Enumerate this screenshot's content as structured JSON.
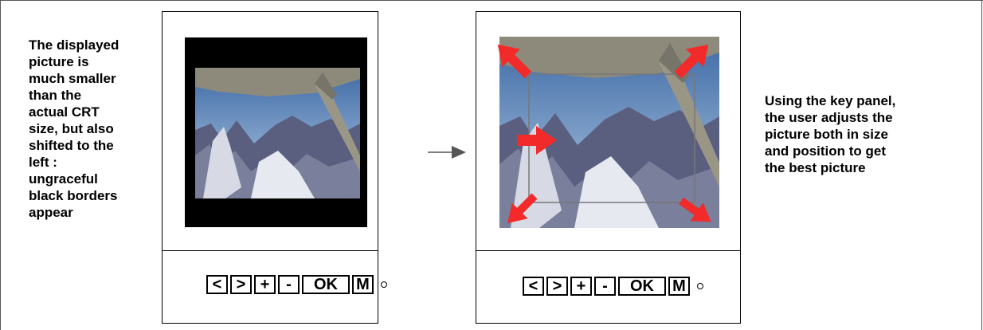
{
  "left_caption": "The displayed\npicture is\nmuch smaller\nthan the\nactual CRT\nsize, but also\nshifted to the\nleft :\nungraceful\nblack borders\nappear",
  "right_caption": "Using the key panel,\nthe user adjusts the\npicture both in size\nand position to get\nthe best picture",
  "key_panel": {
    "keys": [
      "<",
      ">",
      "+",
      "-",
      "OK",
      "M"
    ]
  },
  "colors": {
    "arrow_red": "#f22a2a",
    "black_border": "#000000",
    "sky_top": "#4f79ad",
    "sky_bottom": "#a9c4e1",
    "wing": "#8c8878",
    "rock": "#6e7391",
    "snow": "#eef1f6"
  },
  "icons": {
    "flow_arrow": "right-arrow-icon",
    "indicator": "power-led-icon"
  }
}
